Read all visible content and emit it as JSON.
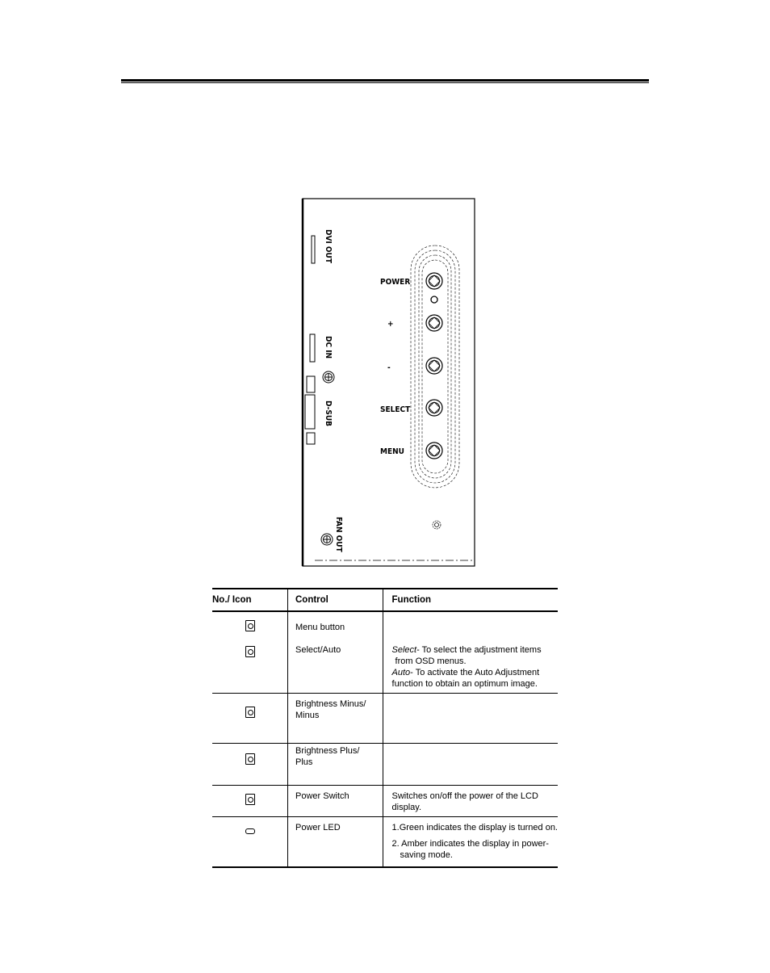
{
  "diagram": {
    "labels": {
      "dvi_out": "DVI OUT",
      "dc_in": "DC IN",
      "d_sub": "D-SUB",
      "fan_out": "FAN OUT",
      "power": "POWER",
      "plus": "+",
      "minus": "-",
      "select": "SELECT",
      "menu": "MENU"
    }
  },
  "table": {
    "headers": {
      "no_icon": "No./ Icon",
      "control": "Control",
      "function": "Function"
    },
    "rows": [
      {
        "icon": "button-icon",
        "control": "Menu button",
        "function": ""
      },
      {
        "icon": "button-icon",
        "control": "Select/Auto",
        "select_term": "Select",
        "select_desc": "- To select the adjustment items",
        "select_desc2": "from OSD menus.",
        "auto_term": "Auto",
        "auto_desc": "- To activate the Auto Adjustment",
        "auto_desc2": "function to obtain an optimum image."
      },
      {
        "icon": "button-icon",
        "control_line1": "Brightness Minus/",
        "control_line2": "Minus",
        "function": ""
      },
      {
        "icon": "button-icon",
        "control_line1": "Brightness Plus/",
        "control_line2": "Plus",
        "function": ""
      },
      {
        "icon": "button-icon",
        "control": "Power Switch",
        "function_line1": "Switches on/off the power of the LCD",
        "function_line2": "display."
      },
      {
        "icon": "led-icon",
        "control": "Power LED",
        "function_item1": "1.Green indicates the display is turned on.",
        "function_item2_line1": "2. Amber indicates the display in power-",
        "function_item2_line2": "saving mode."
      }
    ]
  }
}
